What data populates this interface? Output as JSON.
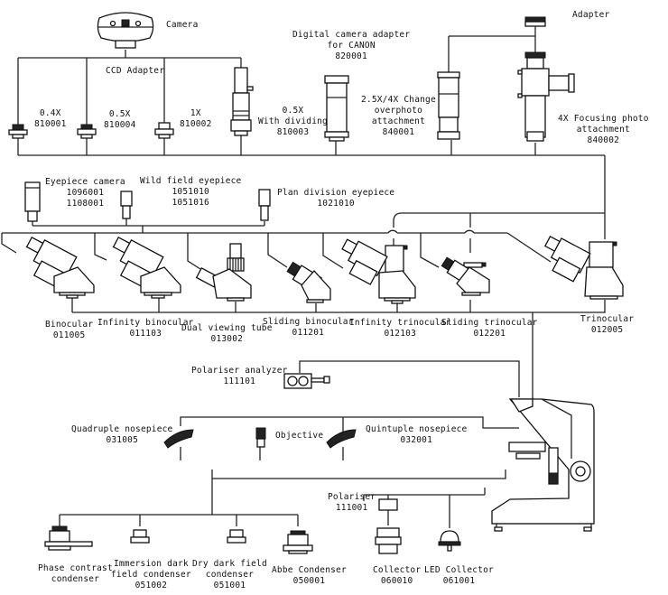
{
  "camera_group": {
    "camera": {
      "name": "Camera"
    },
    "ccd_adapter": {
      "name": "CCD Adapter"
    },
    "adapters": [
      {
        "mag": "0.4X",
        "code": "810001"
      },
      {
        "mag": "0.5X",
        "code": "810004"
      },
      {
        "mag": "1X",
        "code": "810002"
      },
      {
        "mag": "0.5X",
        "line2": "With dividing",
        "code": "810003"
      }
    ],
    "canon_adapter": {
      "line1": "Digital camera adapter",
      "line2": "for CANON",
      "code": "820001"
    },
    "change_over": {
      "line1": "2.5X/4X Change",
      "line2": "overphoto",
      "line3": "attachment",
      "code": "840001"
    },
    "adapter_top": {
      "name": "Adapter"
    },
    "focusing": {
      "line1": "4X Focusing photo",
      "line2": "attachment",
      "code": "840002"
    }
  },
  "eyepieces": [
    {
      "name": "Eyepiece camera",
      "code1": "1096001",
      "code2": "1108001"
    },
    {
      "name": "Wild field eyepiece",
      "code1": "1051010",
      "code2": "1051016"
    },
    {
      "name": "Plan division eyepiece",
      "code1": "1021010"
    }
  ],
  "heads": [
    {
      "name": "Binocular",
      "code": "011005"
    },
    {
      "name": "Infinity binocular",
      "code": "011103"
    },
    {
      "name": "Dual viewing tube",
      "code": "013002"
    },
    {
      "name": "Sliding binocular",
      "code": "011201"
    },
    {
      "name": "Infinity trinocular",
      "code": "012103"
    },
    {
      "name": "Sliding trinocular",
      "code": "012201"
    },
    {
      "name": "Trinocular",
      "code": "012005"
    }
  ],
  "polariser_analyzer": {
    "name": "Polariser analyzer",
    "code": "111101"
  },
  "nosepieces": {
    "quadruple": {
      "name": "Quadruple nosepiece",
      "code": "031005"
    },
    "objective": {
      "name": "Objective"
    },
    "quintuple": {
      "name": "Quintuple nosepiece",
      "code": "032001"
    }
  },
  "condensers": [
    {
      "line1": "Phase contrast",
      "line2": "condenser"
    },
    {
      "line1": "Immersion dark",
      "line2": "field condenser",
      "code": "051002"
    },
    {
      "line1": "Dry dark field",
      "line2": "condenser",
      "code": "051001"
    },
    {
      "line1": "Abbe Condenser",
      "code": "050001"
    }
  ],
  "illumination": {
    "polariser": {
      "name": "Polariser",
      "code": "111001"
    },
    "collector": {
      "name": "Collector",
      "code": "060010"
    },
    "led_collector": {
      "name": "LED Collector",
      "code": "061001"
    }
  }
}
